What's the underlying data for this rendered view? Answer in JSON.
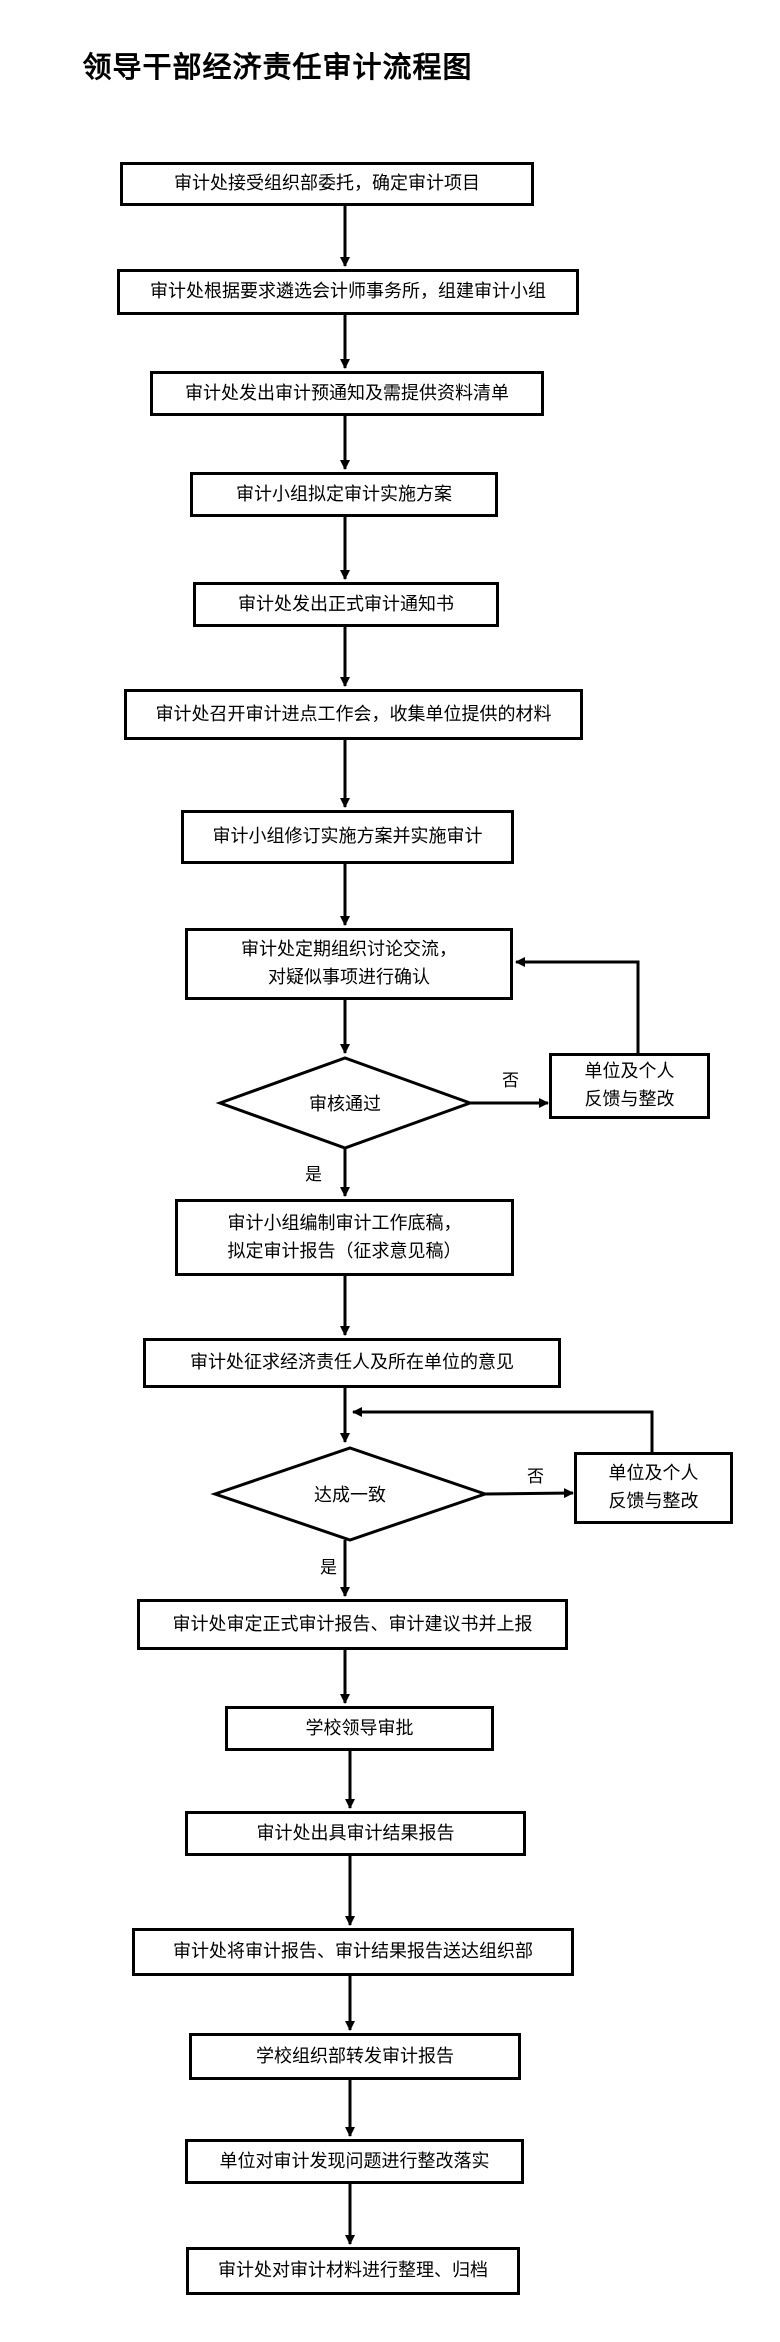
{
  "title": "领导干部经济责任审计流程图",
  "steps": [
    "审计处接受组织部委托，确定审计项目",
    "审计处根据要求遴选会计师事务所，组建审计小组",
    "审计处发出审计预通知及需提供资料清单",
    "审计小组拟定审计实施方案",
    "审计处发出正式审计通知书",
    "审计处召开审计进点工作会，收集单位提供的材料",
    "审计小组修订实施方案并实施审计",
    "审计处定期组织讨论交流，\n对疑似事项进行确认",
    "审计小组编制审计工作底稿，\n拟定审计报告（征求意见稿）",
    "审计处征求经济责任人及所在单位的意见",
    "审计处审定正式审计报告、审计建议书并上报",
    "学校领导审批",
    "审计处出具审计结果报告",
    "审计处将审计报告、审计结果报告送达组织部",
    "学校组织部转发审计报告",
    "单位对审计发现问题进行整改落实",
    "审计处对审计材料进行整理、归档"
  ],
  "decisions": [
    {
      "text": "审核通过",
      "yes": "是",
      "no": "否",
      "feedback": "单位及个人\n反馈与整改"
    },
    {
      "text": "达成一致",
      "yes": "是",
      "no": "否",
      "feedback": "单位及个人\n反馈与整改"
    }
  ]
}
